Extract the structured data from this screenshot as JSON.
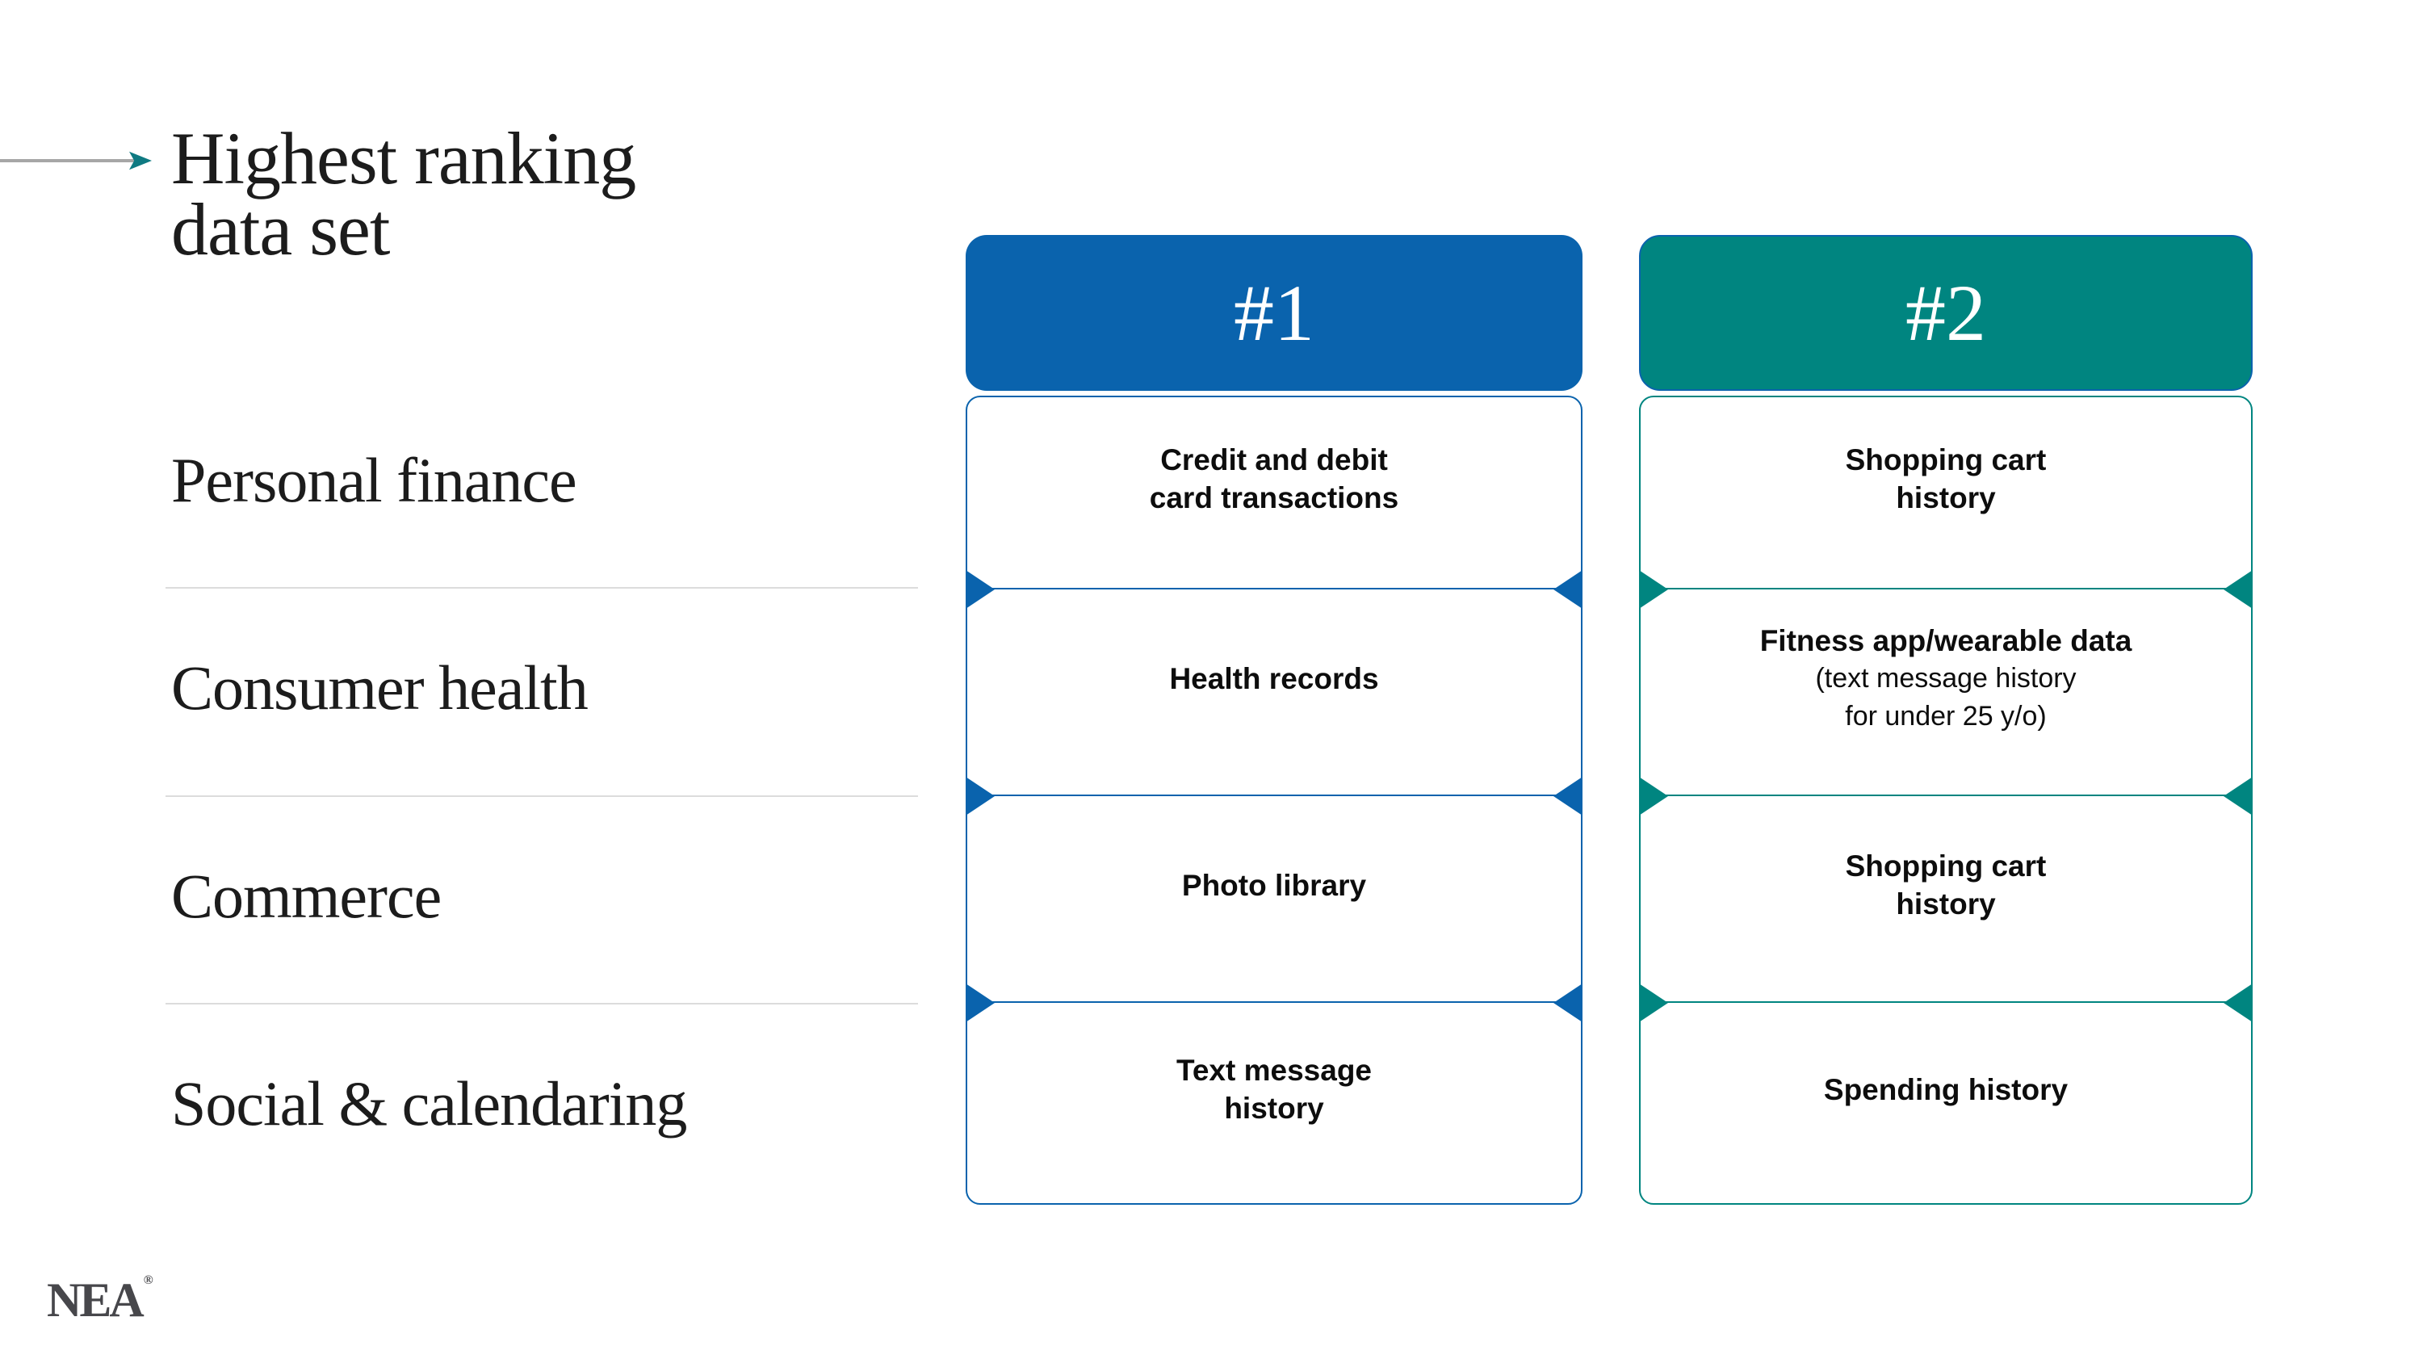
{
  "page": {
    "title": {
      "line1": "Highest ranking",
      "line2": "data set"
    },
    "categories": [
      "Personal finance",
      "Consumer health",
      "Commerce",
      "Social & calendaring"
    ],
    "columns": [
      {
        "rank_label": "#1",
        "accent_color": "#0A63AD",
        "cards": [
          {
            "lines": [
              {
                "text": "Credit and debit",
                "bold": true
              },
              {
                "text": "card transactions",
                "bold": true
              }
            ]
          },
          {
            "lines": [
              {
                "text": "Health records",
                "bold": true
              }
            ]
          },
          {
            "lines": [
              {
                "text": "Photo library",
                "bold": true
              }
            ]
          },
          {
            "lines": [
              {
                "text": "Text message",
                "bold": true
              },
              {
                "text": "history",
                "bold": true
              }
            ]
          }
        ]
      },
      {
        "rank_label": "#2",
        "accent_color": "#008580",
        "header_border_color": "#0A63AD",
        "cards": [
          {
            "lines": [
              {
                "text": "Shopping cart",
                "bold": true
              },
              {
                "text": "history",
                "bold": true
              }
            ]
          },
          {
            "lines": [
              {
                "text": "Fitness app/wearable data",
                "bold": true
              },
              {
                "text": "(text message history",
                "bold": false
              },
              {
                "text": "for under 25 y/o)",
                "bold": false
              }
            ]
          },
          {
            "lines": [
              {
                "text": "Shopping cart",
                "bold": true
              },
              {
                "text": "history",
                "bold": true
              }
            ]
          },
          {
            "lines": [
              {
                "text": "Spending history",
                "bold": true
              }
            ]
          }
        ]
      }
    ],
    "logo": {
      "text": "NEA",
      "mark": "®"
    },
    "colors": {
      "background": "#FFFFFF",
      "divider": "#DCDCDC",
      "arrow_line": "#A7A7A7",
      "arrow_head": "#0F7A82",
      "text_dark": "#1C1C1C",
      "card_text": "#0D0D0D",
      "rank1_accent": "#0A63AD",
      "rank2_accent": "#008580",
      "logo_color": "#47474B"
    }
  }
}
